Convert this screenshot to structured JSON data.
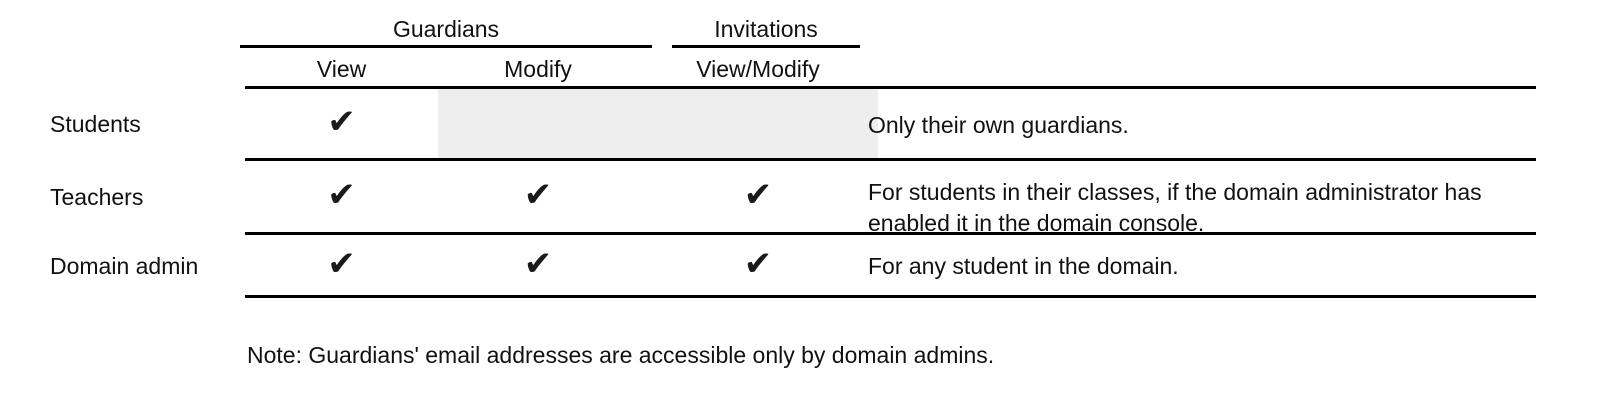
{
  "table": {
    "group_headers": [
      {
        "label": "Guardians",
        "spans": [
          "View",
          "Modify"
        ]
      },
      {
        "label": "Invitations",
        "spans": [
          "View/Modify"
        ]
      }
    ],
    "sub_headers": [
      "View",
      "Modify",
      "View/Modify"
    ],
    "description_header": "",
    "check_glyph": "✔",
    "shade_color": "#eeeeee",
    "rule_color": "#000000",
    "rows": [
      {
        "label": "Students",
        "guardians_view": true,
        "guardians_modify": false,
        "invitations_view_modify": false,
        "shaded": true,
        "description": "Only their own guardians."
      },
      {
        "label": "Teachers",
        "guardians_view": true,
        "guardians_modify": true,
        "invitations_view_modify": true,
        "shaded": false,
        "description": "For students in their classes, if the domain administrator has enabled it in the domain console."
      },
      {
        "label": "Domain admin",
        "guardians_view": true,
        "guardians_modify": true,
        "invitations_view_modify": true,
        "shaded": false,
        "description": "For any student in the domain."
      }
    ]
  },
  "note": "Note: Guardians' email addresses are accessible only by domain admins."
}
